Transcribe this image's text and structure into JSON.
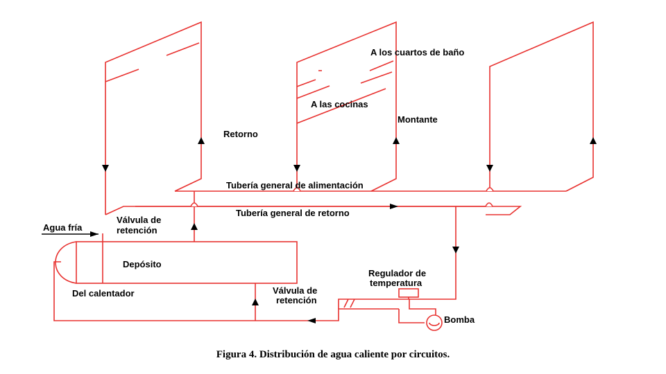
{
  "figure": {
    "caption": "Figura 4. Distribución de agua caliente por circuitos."
  },
  "labels": {
    "banos": "A los cuartos de baño",
    "cocinas": "A las cocinas",
    "montante": "Montante",
    "retorno": "Retorno",
    "tuberia_alimentacion": "Tubería general de alimentación",
    "tuberia_retorno": "Tubería general de retorno",
    "valvula_1_line1": "Válvula de",
    "valvula_1_line2": "retención",
    "agua_fria": "Agua fría",
    "deposito": "Depósito",
    "del_calentador": "Del calentador",
    "regulador_line1": "Regulador de",
    "regulador_line2": "temperatura",
    "valvula_2_line1": "Válvula de",
    "valvula_2_line2": "retención",
    "bomba": "Bomba"
  },
  "colors": {
    "pipe": "#e8312f",
    "arrow": "#000000",
    "text": "#000000",
    "background": "#ffffff"
  }
}
